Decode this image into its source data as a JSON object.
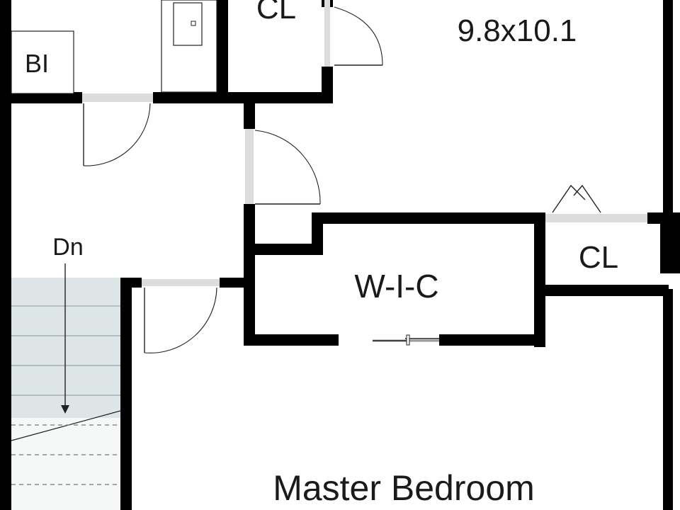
{
  "rooms": {
    "bedroom_dims": "9.8x10.1",
    "closet_top": "CL",
    "closet_right": "CL",
    "built_in": "BI",
    "stairs_direction": "Dn",
    "walk_in_closet": "W-I-C",
    "master_bedroom": "Master Bedroom"
  },
  "colors": {
    "wall": "#000000",
    "stair_fill": "#dde5e6",
    "background": "#ffffff"
  },
  "icons": {
    "stair_arrow": "arrow-down-icon",
    "bath_sink": "sink-icon"
  }
}
